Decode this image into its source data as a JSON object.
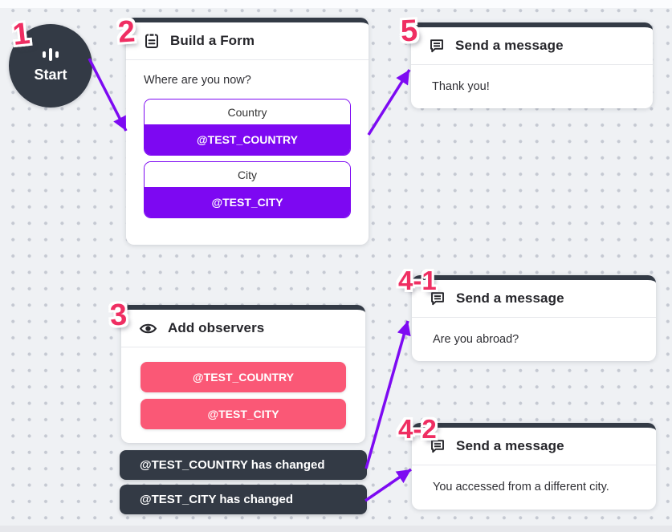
{
  "colors": {
    "canvas_bg": "#eff1f4",
    "dot": "#c5c9d2",
    "dark": "#333a45",
    "purple": "#7d08f2",
    "arrow_purple": "#7d0af2",
    "pink_button": "#fa5876",
    "badge_pink": "#ef2e62"
  },
  "start": {
    "badge": "1",
    "label": "Start"
  },
  "form": {
    "badge": "2",
    "title": "Build a Form",
    "question": "Where are you now?",
    "fields": [
      {
        "label": "Country",
        "variable": "@TEST_COUNTRY"
      },
      {
        "label": "City",
        "variable": "@TEST_CITY"
      }
    ]
  },
  "observers": {
    "badge": "3",
    "title": "Add observers",
    "variables": [
      "@TEST_COUNTRY",
      "@TEST_CITY"
    ],
    "events": [
      "@TEST_COUNTRY has changed",
      "@TEST_CITY has changed"
    ]
  },
  "messages": {
    "abroad": {
      "badge": "4-1",
      "title": "Send a message",
      "text": "Are you abroad?"
    },
    "city": {
      "badge": "4-2",
      "title": "Send a message",
      "text": "You accessed from a different city."
    },
    "thanks": {
      "badge": "5",
      "title": "Send a message",
      "text": "Thank you!"
    }
  }
}
